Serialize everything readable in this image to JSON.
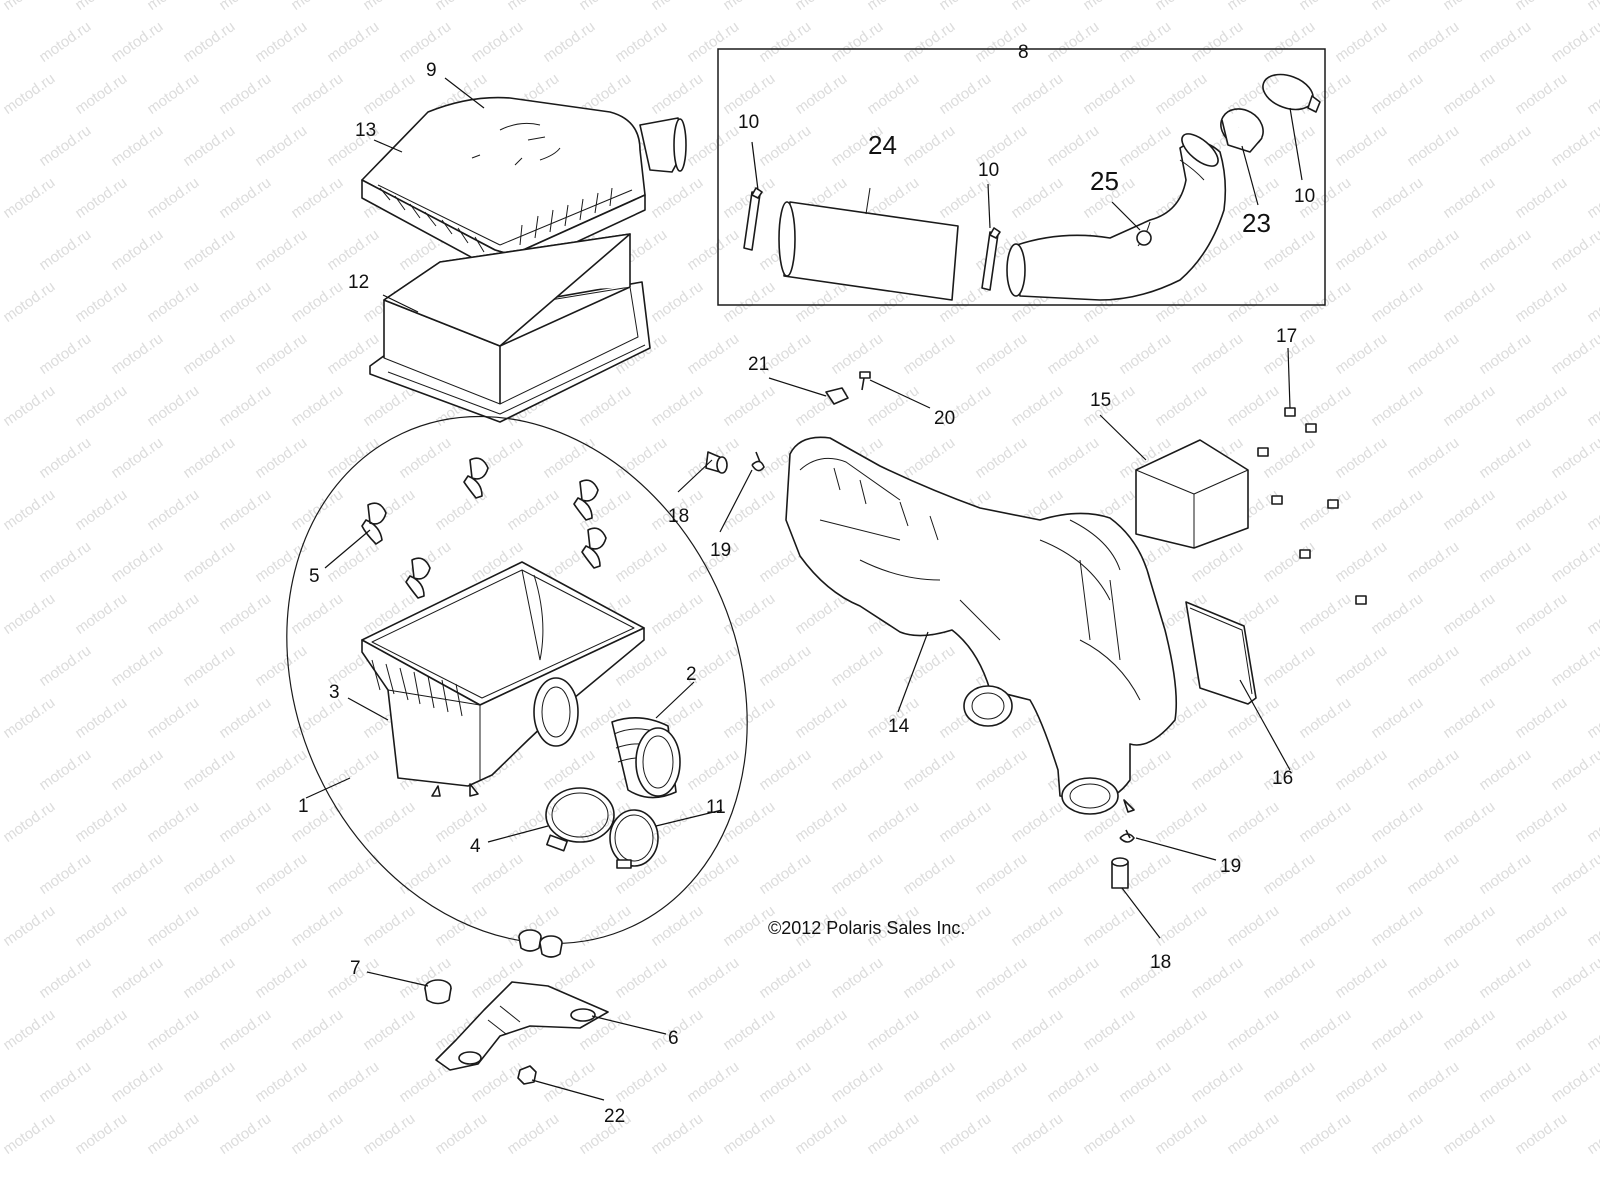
{
  "watermark": "motod.ru",
  "copyright": "©2012 Polaris Sales Inc.",
  "labels": {
    "p1": "1",
    "p2": "2",
    "p3": "3",
    "p4": "4",
    "p5": "5",
    "p6": "6",
    "p7": "7",
    "p8": "8",
    "p9": "9",
    "p10a": "10",
    "p10b": "10",
    "p10c": "10",
    "p11": "11",
    "p12": "12",
    "p13": "13",
    "p14": "14",
    "p15": "15",
    "p16": "16",
    "p17": "17",
    "p18a": "18",
    "p18b": "18",
    "p19a": "19",
    "p19b": "19",
    "p20": "20",
    "p21": "21",
    "p22": "22",
    "p23": "23",
    "p24": "24",
    "p25": "25"
  }
}
